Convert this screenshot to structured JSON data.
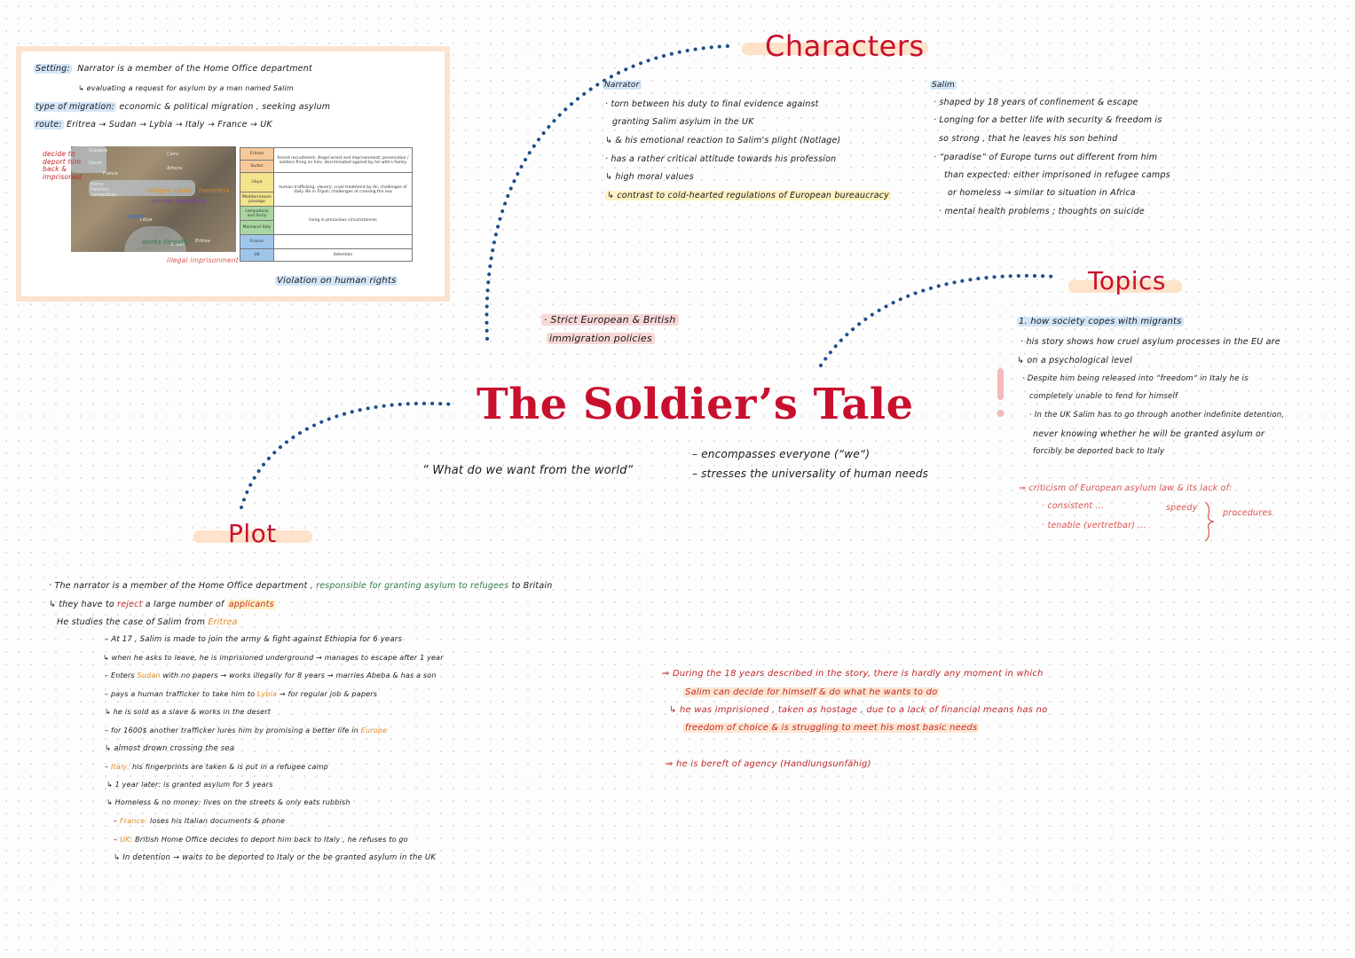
{
  "title": "The Soldier’s Tale",
  "headings": {
    "characters": "Characters",
    "topics": "Topics",
    "plot": "Plot"
  },
  "center": {
    "quote": "“ What do we want from the world“",
    "note1": "– encompasses everyone (“we“)",
    "note2": "– stresses the universality of human needs",
    "policy1": "· Strict European & British",
    "policy2": "immigration policies"
  },
  "setting": {
    "line1_label": "Setting:",
    "line1": "Narrator is a member of the Home Office department",
    "line2": "↳ evaluating a request for asylum by a man named Salim",
    "line3_label": "type of migration:",
    "line3": "economic & political migration , seeking asylum",
    "line4_label": "route:",
    "line4": "Eritrea → Sudan → Lybia → Italy → France → UK",
    "map_notes": {
      "decide": "decide to deport him back & imprisoned",
      "camp": "refugee camp - homeless",
      "almost": "almost drowning",
      "slave": "slave",
      "works": "works illegally",
      "illegal": "illegal imprisonment",
      "places": [
        "Glasgow",
        "Dover",
        "France",
        "Rome",
        "Palermo",
        "Lampedusa",
        "Cairo",
        "Athens",
        "Libya",
        "Sudan",
        "Eritrea"
      ]
    },
    "table": [
      {
        "place": "Eritrea",
        "desc": "forced recruitment; illegal arrest and imprisonment; persecution / soldiers firing on him; discriminated against by his wife's family",
        "color": "#f7c99a"
      },
      {
        "place": "Sudan",
        "desc": "",
        "color": "#f7c99a"
      },
      {
        "place": "Libya",
        "desc": "human trafficking; slavery; cruel treatment by Ali; challenges of daily life in Tripoli; challenges of crossing the sea",
        "color": "#f3e38a"
      },
      {
        "place": "Mediterranean passage",
        "desc": "",
        "color": "#f3e38a"
      },
      {
        "place": "Lampedusa and Sicily",
        "desc": "living in precarious circumstances",
        "color": "#a9d6a0"
      },
      {
        "place": "Mainland Italy",
        "desc": "",
        "color": "#a9d6a0"
      },
      {
        "place": "France",
        "desc": "",
        "color": "#9fc6ea"
      },
      {
        "place": "UK",
        "desc": "detention",
        "color": "#9fc6ea"
      }
    ],
    "caption": "Violation on human rights"
  },
  "characters": {
    "narrator": {
      "name": "Narrator",
      "lines": [
        "· torn between his duty to final evidence against",
        "granting Salim asylum in the UK",
        "↳ & his emotional reaction to Salim's plight (Notlage)",
        "· has a rather critical attitude towards his profession",
        "↳ high moral values",
        "↳ contrast to cold-hearted regulations of European bureaucracy"
      ]
    },
    "salim": {
      "name": "Salim",
      "lines": [
        "· shaped by 18 years of confinement & escape",
        "· Longing for a better life with security & freedom is",
        "so strong , that he leaves his son behind",
        "· “paradise“ of Europe turns out different from him",
        "than expected: either imprisoned in refugee camps",
        "or homeless → similar to situation in Africa",
        "· mental health problems ; thoughts on suicide"
      ]
    }
  },
  "topics": {
    "lines": [
      "1. how society copes with migrants",
      "· his story shows how cruel asylum processes in the EU are",
      "↳ on a psychological level",
      "· Despite him being released into “freedom“ in Italy he is",
      "completely unable to fend for himself",
      "· In the UK Salim has to go through another indefinite detention,",
      "never knowing whether he will be granted asylum or",
      "forcibly be deported back to Italy"
    ],
    "critic": "⇒ criticism of European asylum law & its lack of:",
    "c1": "· consistent ...",
    "c2": "speedy",
    "c3": "· tenable (vertretbar) ...",
    "c4": "procedures"
  },
  "plot": {
    "p1a": "· The narrator is a member of the Home Office department ,",
    "p1b": "responsible for granting asylum to refugees",
    "p1c": "to Britain",
    "p2a": "↳ they have to",
    "p2b": "reject",
    "p2c": "a large number of",
    "p2d": "applicants",
    "p3a": "He studies the case of Salim from",
    "p3b": "Eritrea",
    "lines": [
      {
        "pre": "– At 17 , Salim is made to join the army & fight against Ethiopia for 6 years",
        "hl": ""
      },
      {
        "pre": "↳ when he asks to leave, he is imprisioned underground → manages to escape after 1 year",
        "hl": ""
      },
      {
        "pre": "– Enters",
        "hl": "Sudan",
        "post": "with no papers → works illegally for 8 years → marries Abeba & has a son"
      },
      {
        "pre": "– pays a human trafficker to take him to",
        "hl": "Lybia",
        "post": "→ for regular job & papers"
      },
      {
        "pre": "↳ he is sold as a slave & works in the desert",
        "hl": ""
      },
      {
        "pre": "– for 1600$ another trafficker lures him by promising a better life in",
        "hl": "Europe",
        "post": ""
      },
      {
        "pre": "↳ almost drown crossing the sea",
        "hl": ""
      },
      {
        "pre": "–",
        "hl": "Italy:",
        "post": "his fingerprints are taken & is put in a refugee camp"
      },
      {
        "pre": "↳ 1 year later: is granted asylum for 5 years",
        "hl": ""
      },
      {
        "pre": "↳ Homeless & no money: lives on the streets & only eats rubbish",
        "hl": ""
      },
      {
        "pre": "–",
        "hl": "France:",
        "post": "loses his Italian documents & phone"
      },
      {
        "pre": "–",
        "hl": "UK:",
        "post": "British Home Office decides to deport him back to Italy , he refuses to go"
      },
      {
        "pre": "↳ In detention → waits to be deported to Italy or the be granted asylum in the UK",
        "hl": ""
      }
    ]
  },
  "conclusion": {
    "l1": "⇒ During the 18 years described in the story, there is hardly any moment in which",
    "l2": "Salim can decide for himself & do what he wants to do",
    "l3": "↳ he was imprisioned , taken as hostage , due to a lack of financial means has no",
    "l4": "freedom of choice & is struggling to meet his most basic needs",
    "l5": "⇒ he is bereft of agency (Handlungsunfähig)"
  }
}
